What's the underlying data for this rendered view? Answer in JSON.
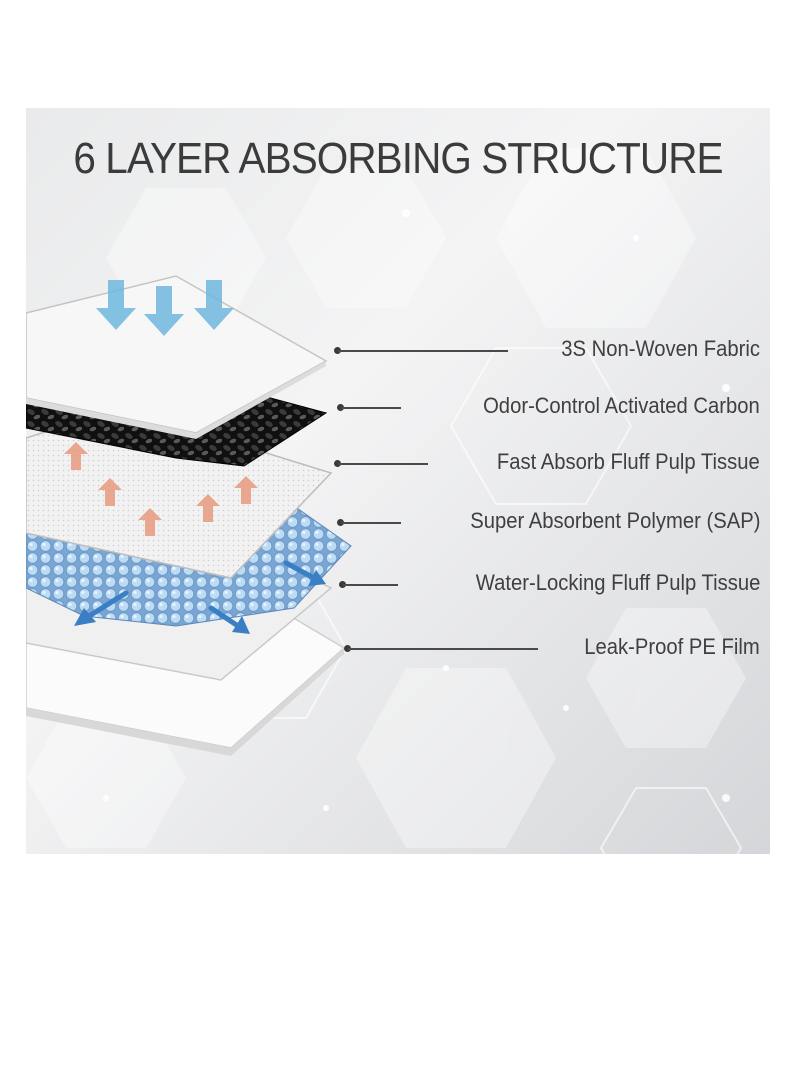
{
  "title": "6 LAYER ABSORBING STRUCTURE",
  "layers": [
    {
      "label": "3S Non-Woven Fabric"
    },
    {
      "label": "Odor-Control Activated Carbon"
    },
    {
      "label": "Fast Absorb Fluff Pulp Tissue"
    },
    {
      "label": "Super Absorbent Polymer (SAP)"
    },
    {
      "label": "Water-Locking Fluff Pulp Tissue"
    },
    {
      "label": "Leak-Proof PE Film"
    }
  ],
  "colors": {
    "down_arrow": "#6fb7de",
    "up_arrow": "#e89a80",
    "spread_arrow": "#3a7fc4",
    "sap_bead": "#9ec8ec",
    "carbon": "#151515",
    "text": "#3f3f3f"
  }
}
